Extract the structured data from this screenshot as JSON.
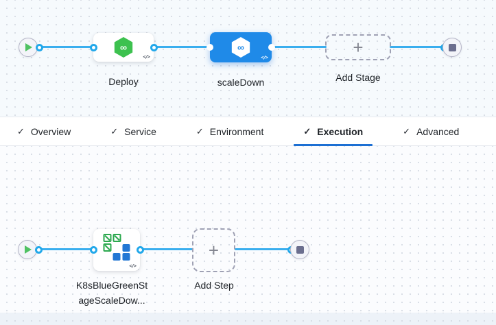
{
  "icons": {
    "check": "✓",
    "plus": "+",
    "code": "</>",
    "infinity": "∞"
  },
  "colors": {
    "edge_line": "#3aaeee",
    "selected_stage_fill": "#1f8ae8",
    "harness_green": "#3dc14f",
    "tab_active_underline": "#1c6fd3",
    "kube_green": "#2ba84e",
    "kube_blue": "#2277d4"
  },
  "stage_canvas": {
    "stages": [
      {
        "label": "Deploy",
        "selected": false
      },
      {
        "label": "scaleDown",
        "selected": true
      }
    ],
    "add_stage_label": "Add Stage"
  },
  "tabs": {
    "items": [
      {
        "label": "Overview",
        "checked": true,
        "active": false
      },
      {
        "label": "Service",
        "checked": true,
        "active": false
      },
      {
        "label": "Environment",
        "checked": true,
        "active": false
      },
      {
        "label": "Execution",
        "checked": true,
        "active": true
      },
      {
        "label": "Advanced",
        "checked": true,
        "active": false
      }
    ]
  },
  "execution_canvas": {
    "steps": [
      {
        "full_name": "K8sBlueGreenStageScaleDow...",
        "label_line1": "K8sBlueGreenSt",
        "label_line2": "ageScaleDow..."
      }
    ],
    "add_step_label": "Add Step"
  }
}
